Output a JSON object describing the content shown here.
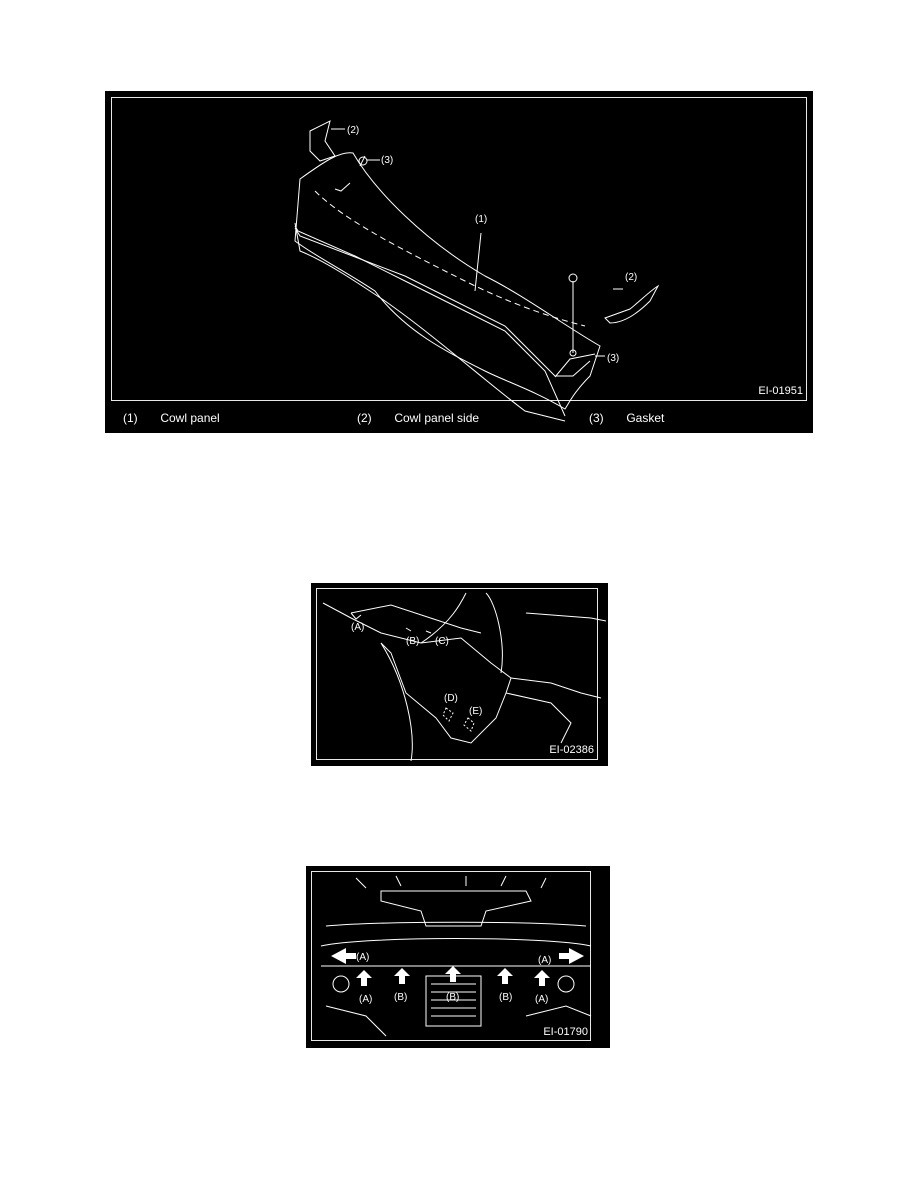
{
  "figures": [
    {
      "id_code": "EI-01951",
      "callouts": [
        "(1)",
        "(2)",
        "(3)",
        "(2)",
        "(3)"
      ],
      "legend": [
        {
          "num": "(1)",
          "label": "Cowl panel"
        },
        {
          "num": "(2)",
          "label": "Cowl panel side"
        },
        {
          "num": "(3)",
          "label": "Gasket"
        }
      ]
    },
    {
      "id_code": "EI-02386",
      "callouts": [
        "(A)",
        "(B)",
        "(C)",
        "(D)",
        "(E)"
      ]
    },
    {
      "id_code": "EI-01790",
      "callouts": [
        "(A)",
        "(A)",
        "(A)",
        "(B)",
        "(B)",
        "(B)",
        "(A)"
      ]
    }
  ],
  "colors": {
    "page": "#ffffff",
    "figure_bg": "#000000",
    "line": "#ffffff"
  }
}
